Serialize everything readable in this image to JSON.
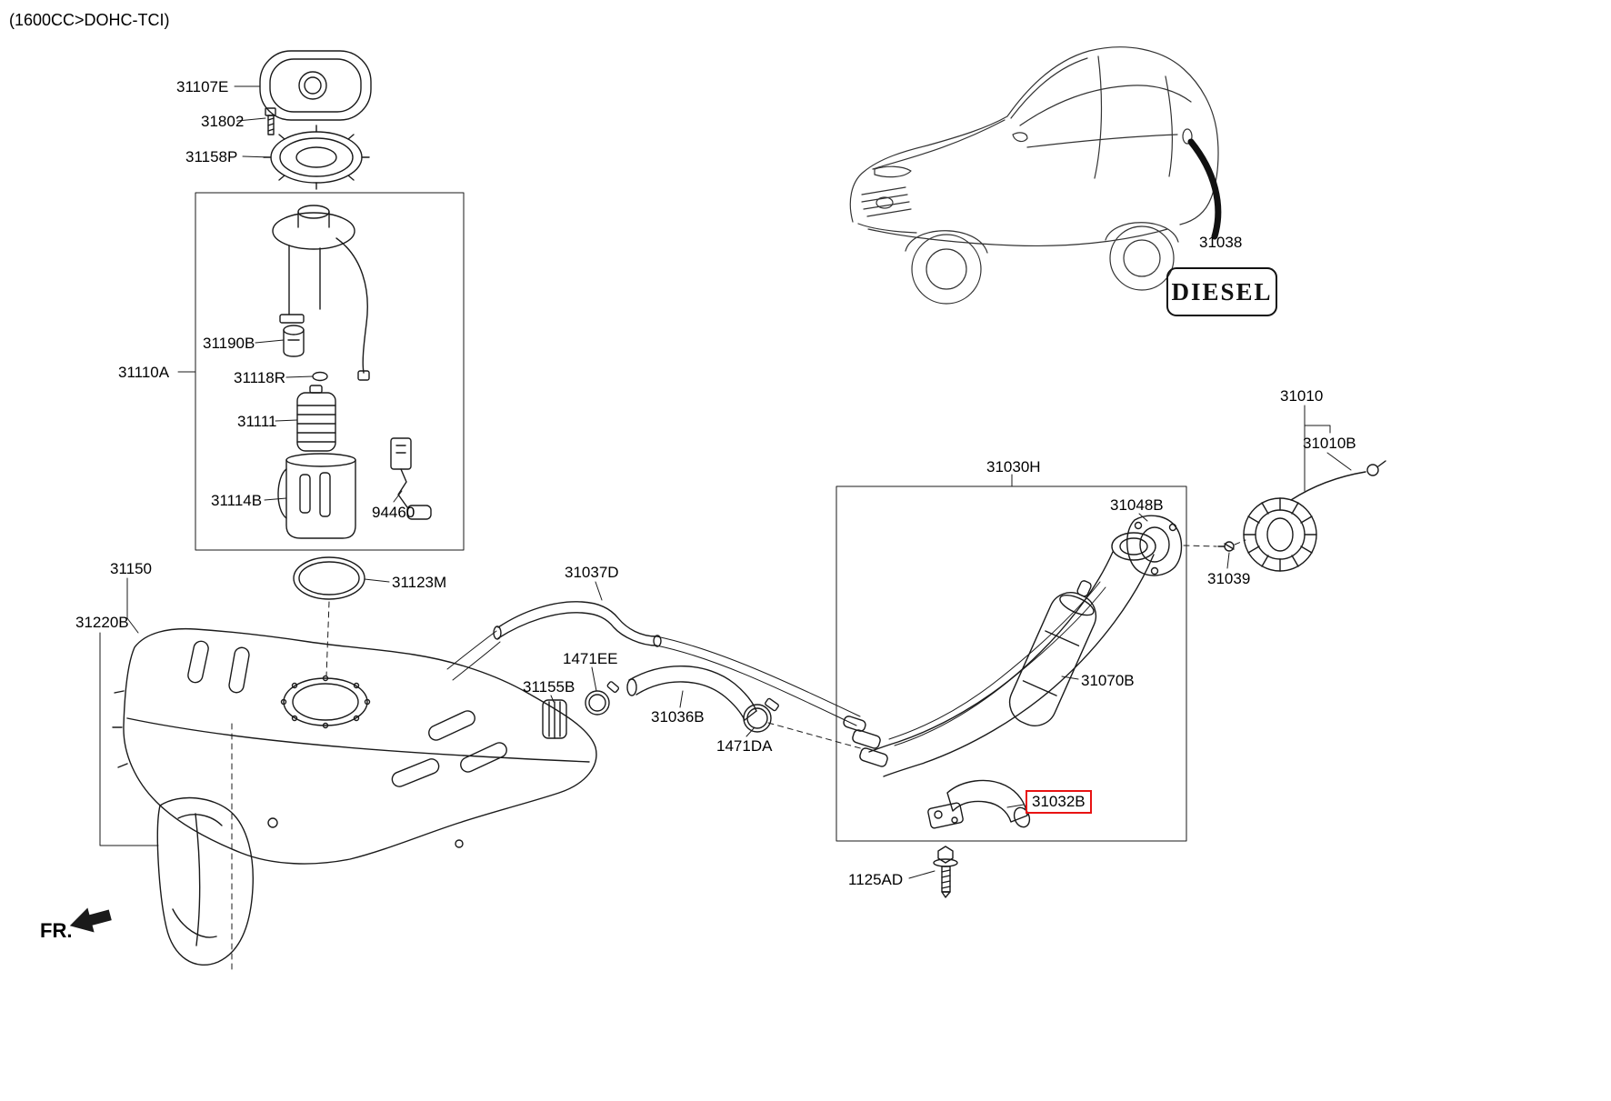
{
  "page": {
    "engine_code": "(1600CC>DOHC-TCI)",
    "direction_label": "FR.",
    "highlighted_part": "31032B"
  },
  "badges": {
    "diesel": "DIESEL"
  },
  "colors": {
    "line": "#1a1a1a",
    "highlight": "#e81313",
    "car_line": "#333333"
  },
  "labels": {
    "31107E": "31107E",
    "31802": "31802",
    "31158P": "31158P",
    "31190B": "31190B",
    "31110A": "31110A",
    "31118R": "31118R",
    "31111": "31111",
    "31114B": "31114B",
    "94460": "94460",
    "31150": "31150",
    "31220B": "31220B",
    "31123M": "31123M",
    "31037D": "31037D",
    "1471EE": "1471EE",
    "31155B": "31155B",
    "31036B": "31036B",
    "1471DA": "1471DA",
    "31030H": "31030H",
    "31048B": "31048B",
    "31038": "31038",
    "31010": "31010",
    "31010B": "31010B",
    "31039": "31039",
    "31070B": "31070B",
    "31032B": "31032B",
    "1125AD": "1125AD"
  }
}
